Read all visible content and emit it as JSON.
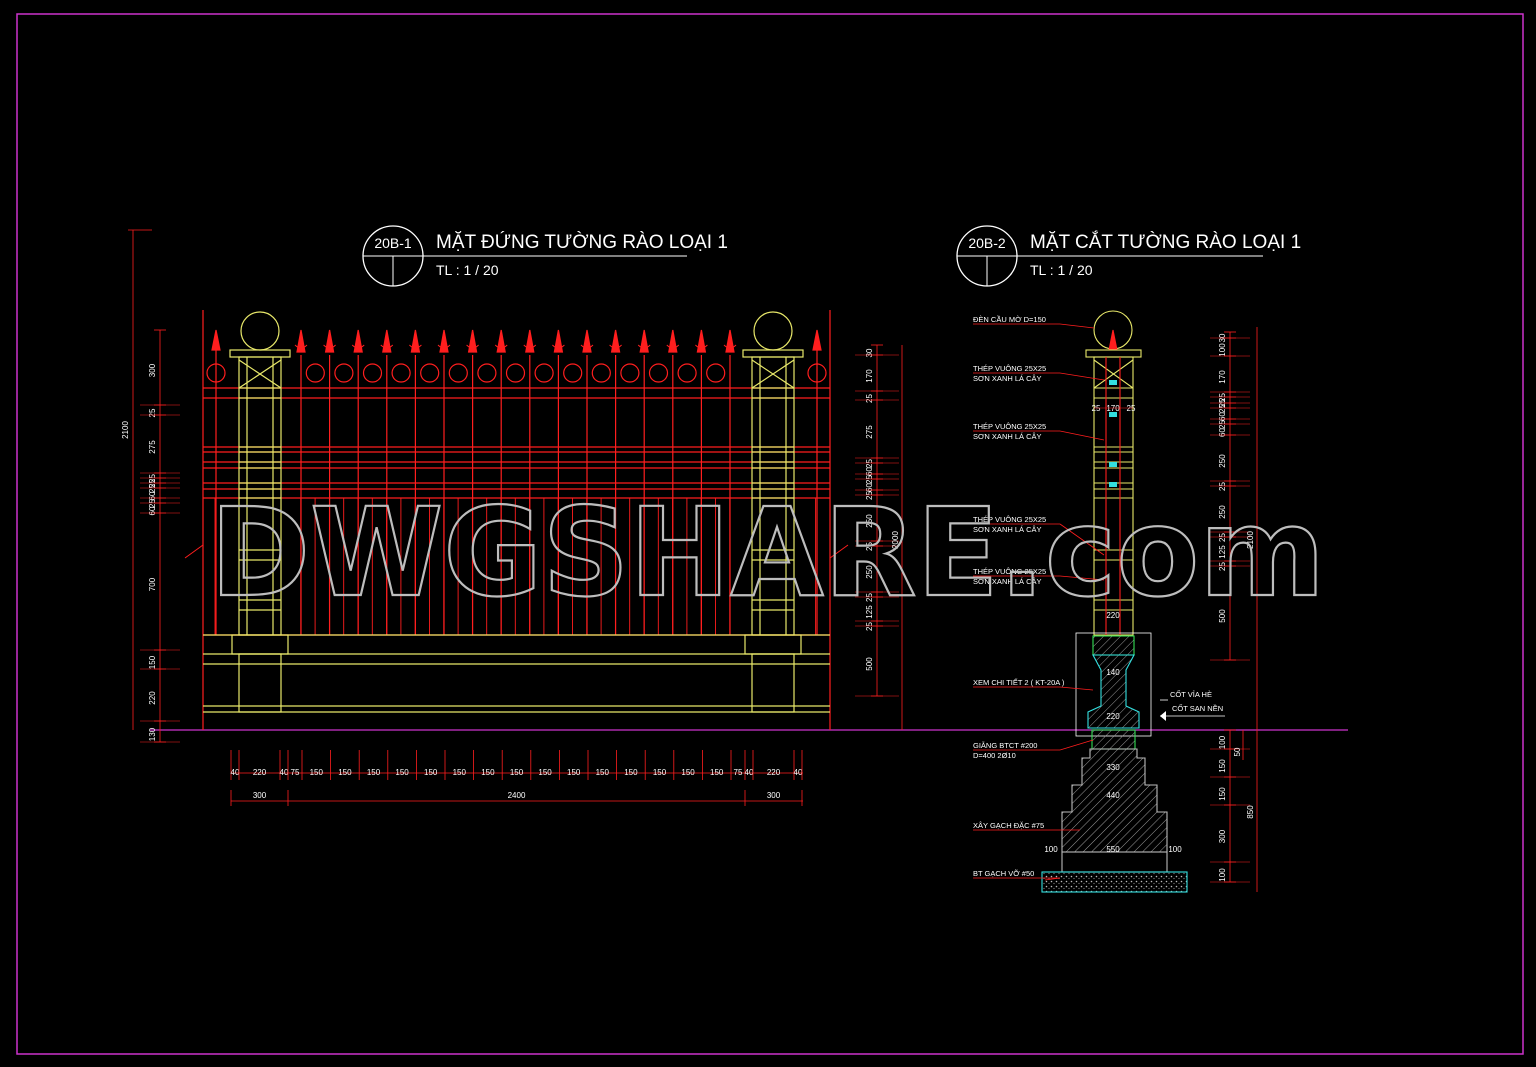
{
  "colors": {
    "background": "#000000",
    "border": "#cc33cc",
    "ground_line": "#cc33cc",
    "fence_red": "#ff1e1e",
    "fence_yellow": "#e8e86a",
    "text": "#ffffff",
    "cyan": "#33e0e0",
    "green": "#33dd55",
    "hatch": "#9a9a9a",
    "watermark": "#bdbdbd"
  },
  "elevation": {
    "tag": "20B-1",
    "title": "MẶT ĐỨNG TƯỜNG RÀO LOẠI 1",
    "scale": "TL : 1 / 20",
    "left_dims": {
      "total": "2100",
      "segments": [
        "300",
        "25",
        "275",
        "25",
        "25",
        "25",
        "60",
        "25",
        "60",
        "700",
        "150",
        "220",
        "130"
      ]
    },
    "right_dims": {
      "total": "2000",
      "segments": [
        "30",
        "170",
        "25",
        "275",
        "25",
        "60",
        "25",
        "60",
        "25",
        "250",
        "25",
        "250",
        "25",
        "125",
        "25",
        "500"
      ]
    },
    "bottom_dims": {
      "row1": [
        "40",
        "220",
        "40",
        "75",
        "150",
        "150",
        "150",
        "150",
        "150",
        "150",
        "150",
        "150",
        "150",
        "150",
        "150",
        "150",
        "150",
        "150",
        "150",
        "75",
        "40",
        "220",
        "40"
      ],
      "row2": [
        "300",
        "2400",
        "300"
      ]
    }
  },
  "section": {
    "tag": "20B-2",
    "title": "MẶT CẮT TƯỜNG RÀO LOẠI 1",
    "scale": "TL : 1 / 20",
    "callouts": [
      {
        "line1": "ĐÈN CẦU MỜ D=150",
        "line2": ""
      },
      {
        "line1": "THÉP VUÔNG 25X25",
        "line2": "SƠN XANH LÁ CÂY"
      },
      {
        "line1": "THÉP VUÔNG 25X25",
        "line2": "SƠN XANH LÁ CÂY"
      },
      {
        "line1": "THÉP VUÔNG 25X25",
        "line2": "SƠN XANH LÁ CÂY"
      },
      {
        "line1": "THÉP VUÔNG 25X25",
        "line2": "SƠN XANH LÁ CÂY"
      },
      {
        "line1": "XEM CHI TIẾT 2 ( KT-20A )",
        "line2": ""
      },
      {
        "line1": "GIẰNG BTCT #200",
        "line2": "D=400 2Ø10"
      },
      {
        "line1": "XÂY GẠCH ĐẶC #75",
        "line2": ""
      },
      {
        "line1": "BT GẠCH VỠ #50",
        "line2": ""
      }
    ],
    "level_labels": [
      "CỐT VỈA HÈ",
      "CỐT SAN NỀN"
    ],
    "inner_dims": [
      "25",
      "170",
      "25",
      "220",
      "140",
      "220",
      "330",
      "440",
      "100",
      "550",
      "100"
    ],
    "right_dims_upper": {
      "total": "2100",
      "segments": [
        "30",
        "100",
        "170",
        "25",
        "25",
        "25",
        "60",
        "25",
        "60",
        "250",
        "25",
        "250",
        "25",
        "125",
        "25",
        "500"
      ]
    },
    "right_dims_lower": {
      "total": "850",
      "segments": [
        "100",
        "50",
        "150",
        "150",
        "300",
        "100"
      ]
    }
  },
  "watermark": {
    "text": "DWGSHARE.com"
  }
}
